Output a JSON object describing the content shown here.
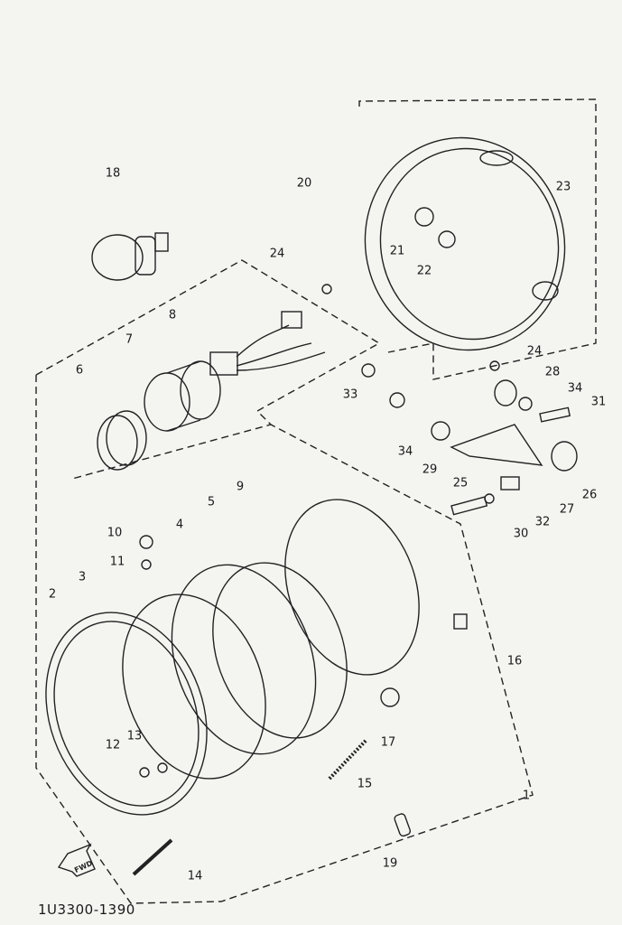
{
  "diagram": {
    "drawing_code": "1U3300-1390",
    "direction_arrow_label": "FWD",
    "part_labels": [
      {
        "id": "p18",
        "text": "18"
      },
      {
        "id": "p20",
        "text": "20"
      },
      {
        "id": "p23",
        "text": "23"
      },
      {
        "id": "p21",
        "text": "21"
      },
      {
        "id": "p22",
        "text": "22"
      },
      {
        "id": "p24a",
        "text": "24"
      },
      {
        "id": "p24b",
        "text": "24"
      },
      {
        "id": "p8",
        "text": "8"
      },
      {
        "id": "p7",
        "text": "7"
      },
      {
        "id": "p6",
        "text": "6"
      },
      {
        "id": "p28",
        "text": "28"
      },
      {
        "id": "p34a",
        "text": "34"
      },
      {
        "id": "p31",
        "text": "31"
      },
      {
        "id": "p33",
        "text": "33"
      },
      {
        "id": "p34b",
        "text": "34"
      },
      {
        "id": "p29",
        "text": "29"
      },
      {
        "id": "p25",
        "text": "25"
      },
      {
        "id": "p26",
        "text": "26"
      },
      {
        "id": "p27",
        "text": "27"
      },
      {
        "id": "p32",
        "text": "32"
      },
      {
        "id": "p30",
        "text": "30"
      },
      {
        "id": "p9",
        "text": "9"
      },
      {
        "id": "p5",
        "text": "5"
      },
      {
        "id": "p4",
        "text": "4"
      },
      {
        "id": "p10",
        "text": "10"
      },
      {
        "id": "p11",
        "text": "11"
      },
      {
        "id": "p3",
        "text": "3"
      },
      {
        "id": "p2",
        "text": "2"
      },
      {
        "id": "p16",
        "text": "16"
      },
      {
        "id": "p17",
        "text": "17"
      },
      {
        "id": "p13",
        "text": "13"
      },
      {
        "id": "p12",
        "text": "12"
      },
      {
        "id": "p15",
        "text": "15"
      },
      {
        "id": "p1",
        "text": "1"
      },
      {
        "id": "p14",
        "text": "14"
      },
      {
        "id": "p19",
        "text": "19"
      }
    ]
  }
}
